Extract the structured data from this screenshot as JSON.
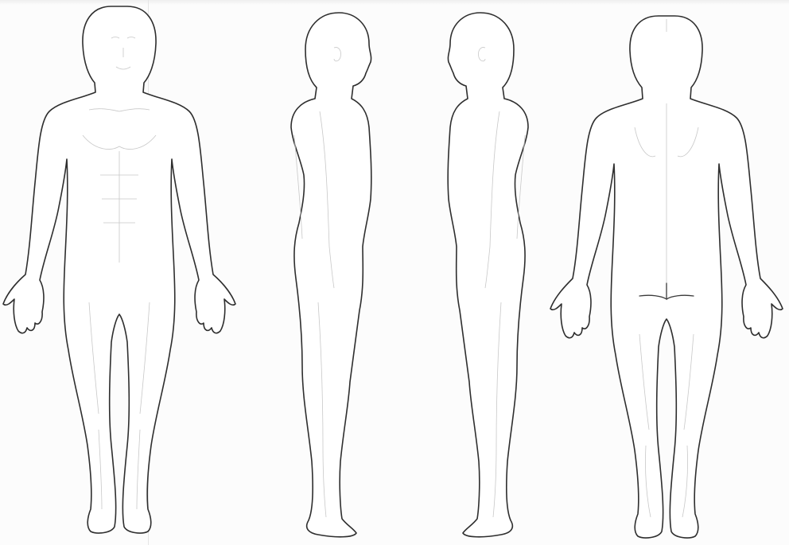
{
  "diagram": {
    "views": [
      {
        "id": "front"
      },
      {
        "id": "right-side"
      },
      {
        "id": "left-side"
      },
      {
        "id": "back"
      }
    ],
    "colors": {
      "outline": "#2e2e2e",
      "anatomy_detail": "#c8c8c8",
      "background": "#fcfcfc"
    }
  }
}
